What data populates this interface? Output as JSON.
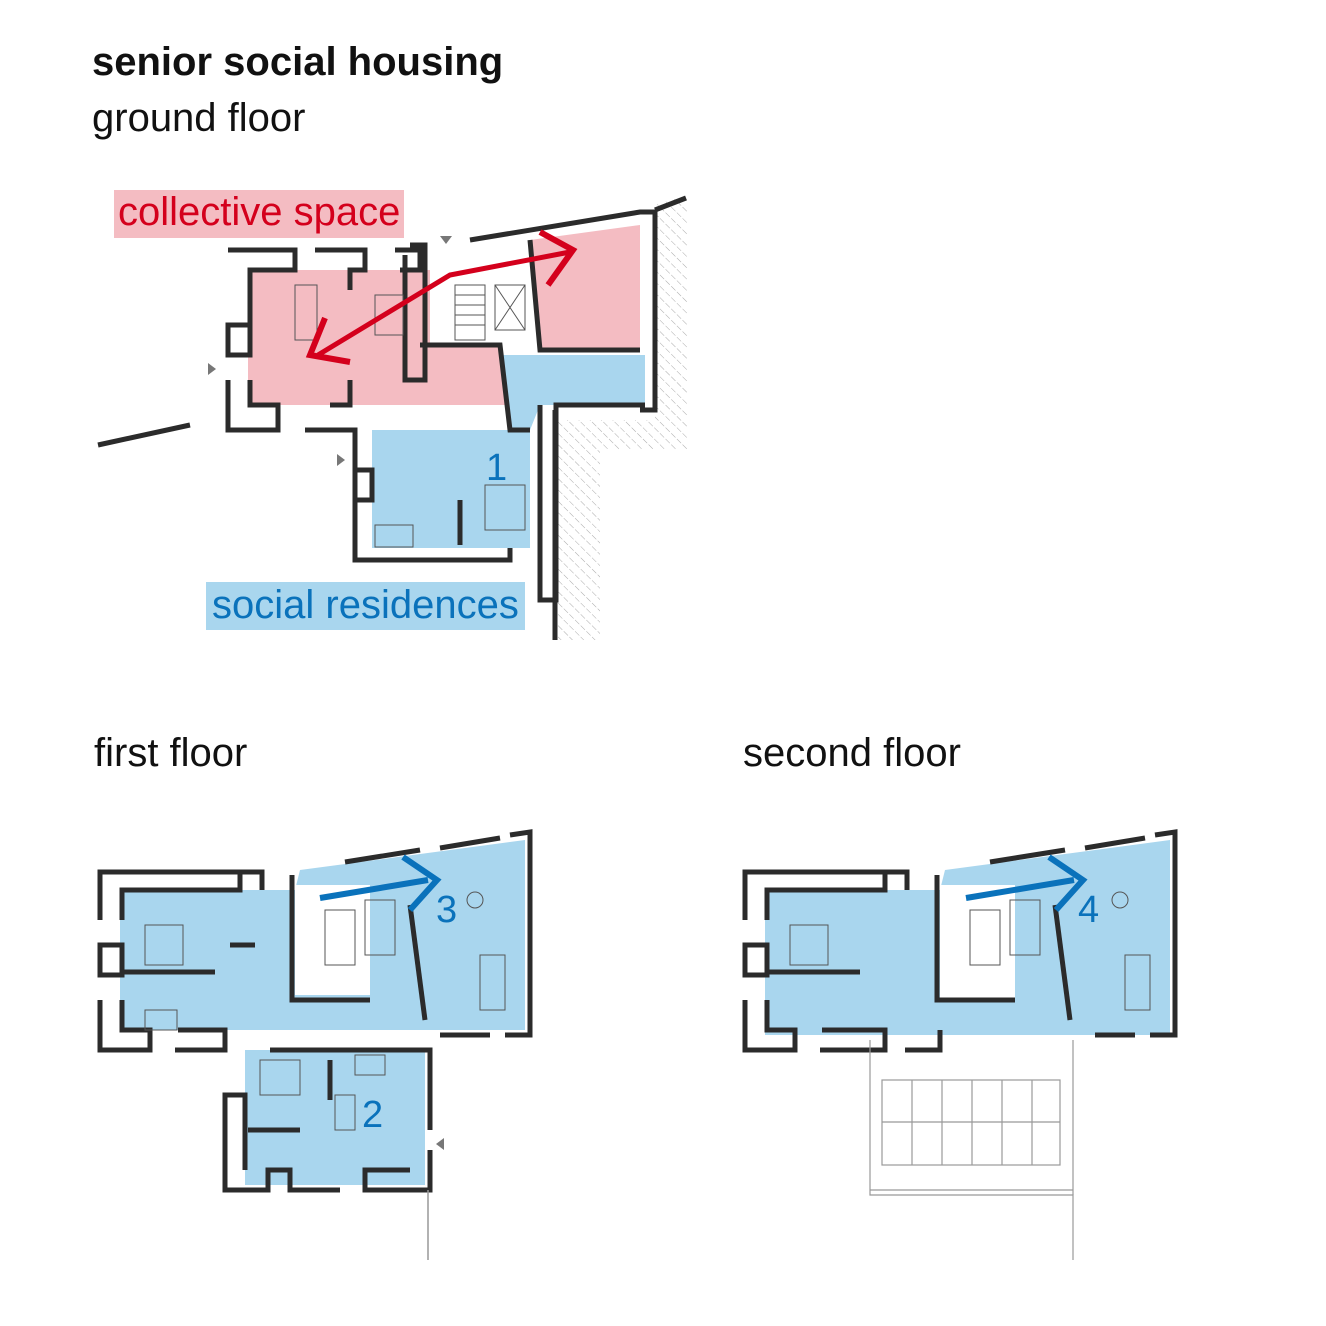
{
  "title": "senior social housing",
  "floors": {
    "ground": "ground floor",
    "first": "first floor",
    "second": "second floor"
  },
  "legend": {
    "collective": "collective space",
    "social": "social residences"
  },
  "units": [
    "1",
    "2",
    "3",
    "4"
  ],
  "colors": {
    "collective_fill": "#f4bcc2",
    "collective_text": "#d4001c",
    "social_fill": "#a9d6ee",
    "social_text": "#0a72bb",
    "wall": "#2b2b2b"
  }
}
